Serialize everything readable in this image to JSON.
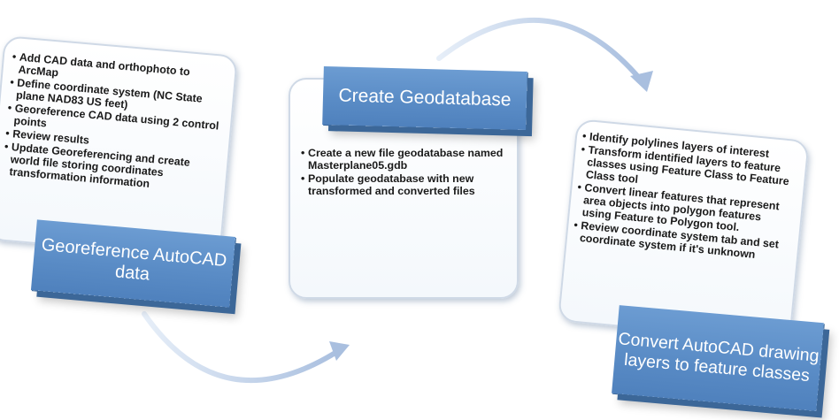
{
  "steps": [
    {
      "title": "Georeference AutoCAD data",
      "bullets": [
        "Add CAD data and orthophoto to ArcMap",
        "Define coordinate system (NC State plane NAD83 US feet)",
        "Georeference CAD data using 2 control points",
        "Review results",
        "Update Georeferencing and create world file storing coordinates transformation information"
      ]
    },
    {
      "title": "Create Geodatabase",
      "bullets": [
        "Create a new file geodatabase named Masterplane05.gdb",
        "Populate geodatabase with new transformed and converted files"
      ]
    },
    {
      "title": "Convert AutoCAD drawing layers to feature classes",
      "bullets": [
        "Identify polylines layers of interest",
        "Transform identified layers to feature classes using Feature Class to Feature Class tool",
        "Convert linear features that represent area objects into polygon features using Feature to Polygon tool.",
        "Review coordinate system tab and set coordinate system if it's unknown"
      ]
    }
  ],
  "colors": {
    "box_fill": "#5a8cc6",
    "box_shadow": "#3c6798",
    "arrow": "#b9cce6",
    "card_border": "#cfd9e6"
  }
}
